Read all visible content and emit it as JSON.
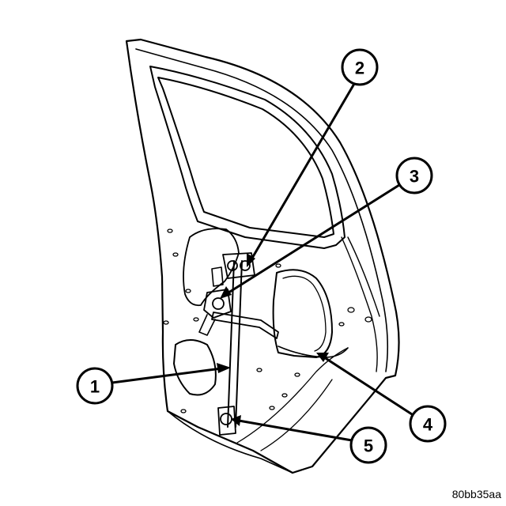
{
  "figure": {
    "reference_code": "80bb35aa",
    "callouts": [
      {
        "id": "1",
        "label": "1"
      },
      {
        "id": "2",
        "label": "2"
      },
      {
        "id": "3",
        "label": "3"
      },
      {
        "id": "4",
        "label": "4"
      },
      {
        "id": "5",
        "label": "5"
      }
    ]
  },
  "colors": {
    "line": "#000000",
    "background": "#ffffff"
  }
}
